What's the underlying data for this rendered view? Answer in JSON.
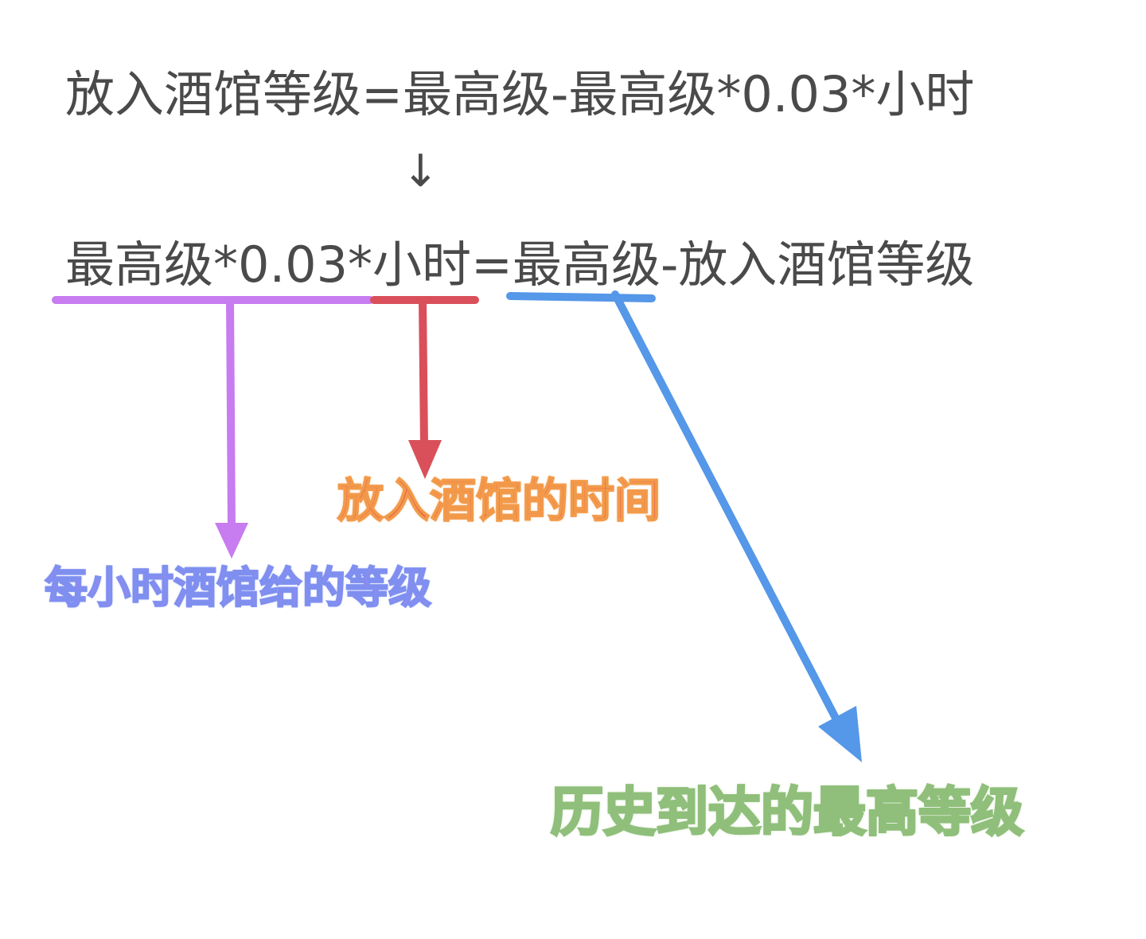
{
  "formulas": {
    "original": "放入酒馆等级=最高级-最高级*0.03*小时",
    "rearranged": "最高级*0.03*小时=最高级-放入酒馆等级",
    "transform_arrow": "↓"
  },
  "annotations": {
    "time": {
      "text": "放入酒馆的时间",
      "color": "#e8614f",
      "outline": "#f29a4a"
    },
    "hourly": {
      "text": "每小时酒馆给的等级",
      "color": "#c27cf2",
      "outline": "#7f8ff0"
    },
    "max_level": {
      "text": "历史到达的最高等级",
      "color": "#6c9a58",
      "outline": "#8fbf7a"
    }
  },
  "colors": {
    "purple": "#c77cf0",
    "red": "#d9505a",
    "blue": "#5597e8",
    "text": "#4a4a4a"
  }
}
